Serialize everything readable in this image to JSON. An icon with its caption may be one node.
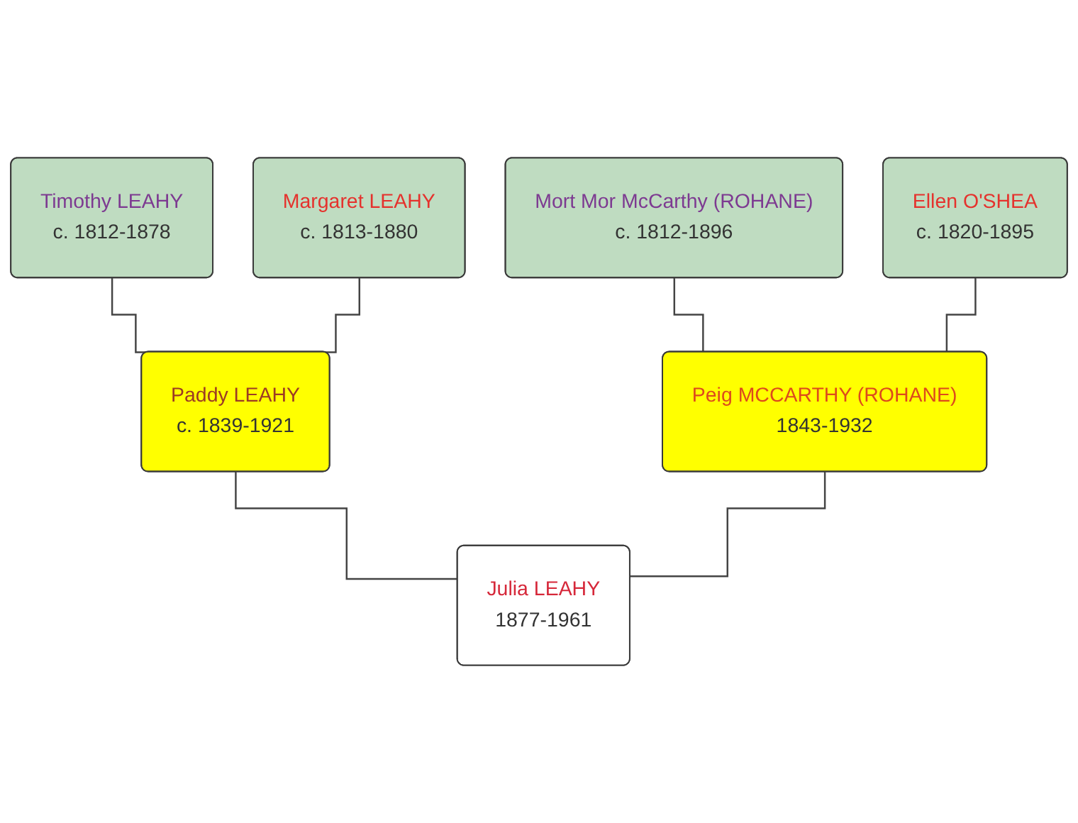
{
  "diagram": {
    "nodes": [
      {
        "text": [
          "Timothy LEAHY",
          "c. 1812-1878"
        ]
      },
      {
        "text": [
          "Margaret LEAHY",
          "c. 1813-1880"
        ]
      },
      {
        "text": [
          "Mort Mor McCarthy (ROHANE)",
          "c. 1812-1896"
        ]
      },
      {
        "text": [
          "Ellen O'SHEA",
          "c. 1820-1895"
        ]
      },
      {
        "text": [
          "Paddy LEAHY",
          "c. 1839-1921"
        ]
      },
      {
        "text": [
          "Peig MCCARTHY (ROHANE)",
          "1843-1932"
        ]
      },
      {
        "text": [
          "Julia LEAHY",
          "1877-1961"
        ]
      }
    ],
    "edges": [
      {
        "from": 0,
        "to": 4,
        "arrow": "none"
      },
      {
        "from": 1,
        "to": 4,
        "arrow": "none"
      },
      {
        "from": 2,
        "to": 5,
        "arrow": "none"
      },
      {
        "from": 3,
        "to": 5,
        "arrow": "none"
      },
      {
        "from": 4,
        "to": 6,
        "arrow": "none"
      },
      {
        "from": 5,
        "to": 6,
        "arrow": "none"
      }
    ]
  }
}
